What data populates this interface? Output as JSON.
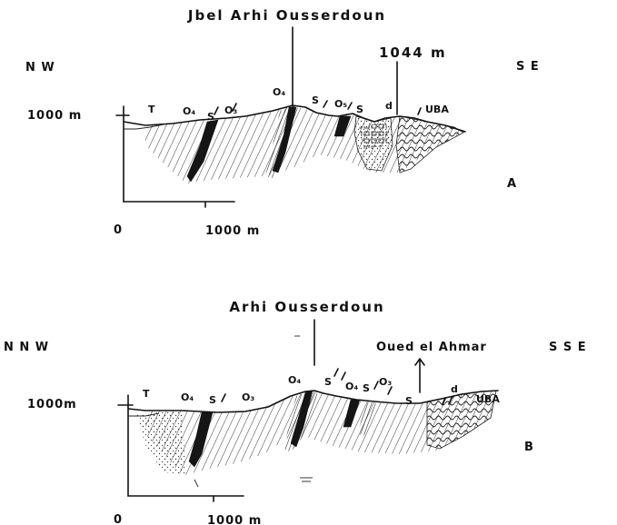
{
  "section_a": {
    "summit_name": "Jbel Arhi Ousserdoun",
    "summit_elevation": "1044 m",
    "dir_left": "N W",
    "dir_right": "S E",
    "elev_label": "1000 m",
    "scale_label": "1000 m",
    "scale_zero": "0",
    "panel_letter": "A",
    "units": [
      "T",
      "O₄",
      "S",
      "O₃",
      "O₄",
      "S",
      "O₅",
      "S",
      "d",
      "UBA"
    ]
  },
  "section_b": {
    "summit_name": "Arhi Ousserdoun",
    "valley_name": "Oued el Ahmar",
    "dir_left": "N N W",
    "dir_right": "S S E",
    "elev_label": "1000m",
    "scale_label": "1000 m",
    "scale_zero": "0",
    "panel_letter": "B",
    "units": [
      "T",
      "O₄",
      "S",
      "O₃",
      "O₄",
      "S",
      "O₄",
      "S",
      "O₃",
      "S",
      "d",
      "UBA"
    ]
  }
}
